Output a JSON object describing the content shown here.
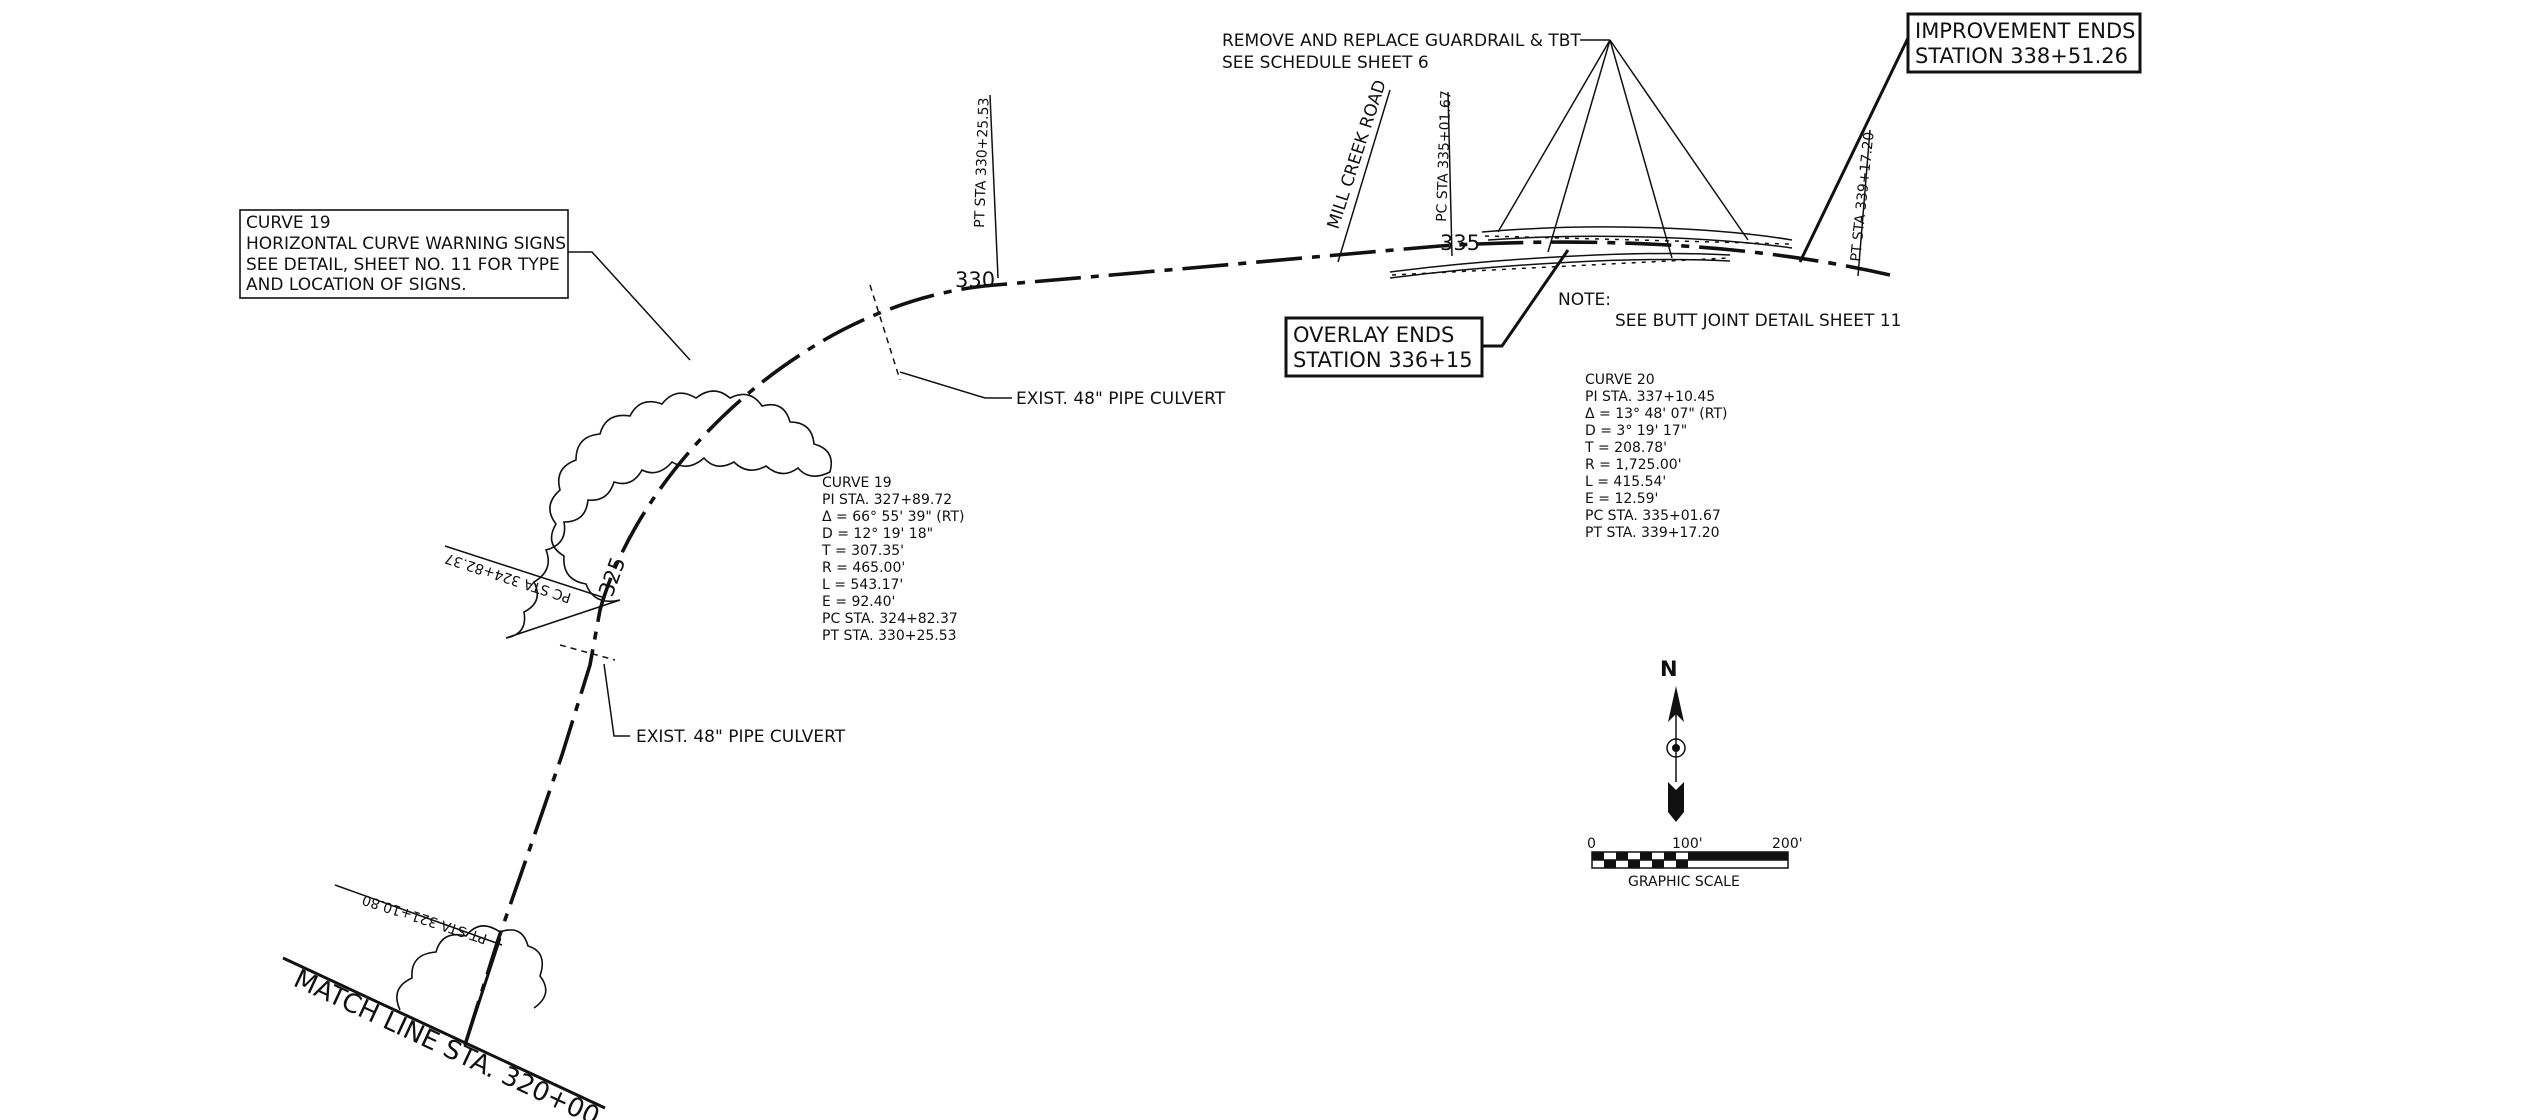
{
  "notes": {
    "guardrail_line1": "REMOVE AND REPLACE GUARDRAIL & TBT",
    "guardrail_line2": "SEE SCHEDULE SHEET 6",
    "improvement_line1": "IMPROVEMENT ENDS",
    "improvement_line2": "STATION 338+51.26",
    "overlay_line1": "OVERLAY ENDS",
    "overlay_line2": "STATION 336+15",
    "note_label": "NOTE:",
    "note_text": "SEE BUTT JOINT DETAIL SHEET 11",
    "curve_signs": [
      "CURVE 19",
      "HORIZONTAL CURVE WARNING SIGNS",
      "SEE DETAIL, SHEET NO. 11 FOR TYPE",
      "AND LOCATION OF SIGNS."
    ],
    "culvert_upper": "EXIST. 48\" PIPE CULVERT",
    "culvert_lower": "EXIST. 48\" PIPE CULVERT",
    "match_line": "MATCH LINE STA. 320+00",
    "road_name": "MILL CREEK ROAD"
  },
  "stations": {
    "s330": "330",
    "s325": "325",
    "s335": "335",
    "pt_330": "PT STA 330+25.53",
    "pc_335": "PC STA 335+01.67",
    "pt_339": "PT STA 339+17.20",
    "pc_324": "PC STA 324+82.37",
    "pt_321": "PT STA 321+10.80"
  },
  "curve19": {
    "title": "CURVE 19",
    "lines": [
      "PI STA. 327+89.72",
      "Δ = 66° 55' 39\" (RT)",
      "D = 12° 19' 18\"",
      "T = 307.35'",
      "R = 465.00'",
      "L = 543.17'",
      "E = 92.40'",
      "PC STA. 324+82.37",
      "PT STA. 330+25.53"
    ]
  },
  "curve20": {
    "title": "CURVE 20",
    "lines": [
      "PI STA. 337+10.45",
      "Δ = 13° 48' 07\" (RT)",
      "D = 3° 19' 17\"",
      "T = 208.78'",
      "R = 1,725.00'",
      "L = 415.54'",
      "E = 12.59'",
      "PC STA. 335+01.67",
      "PT STA. 339+17.20"
    ]
  },
  "scale": {
    "label0": "0",
    "label100": "100'",
    "label200": "200'",
    "title": "GRAPHIC SCALE"
  },
  "north": {
    "label": "N"
  }
}
